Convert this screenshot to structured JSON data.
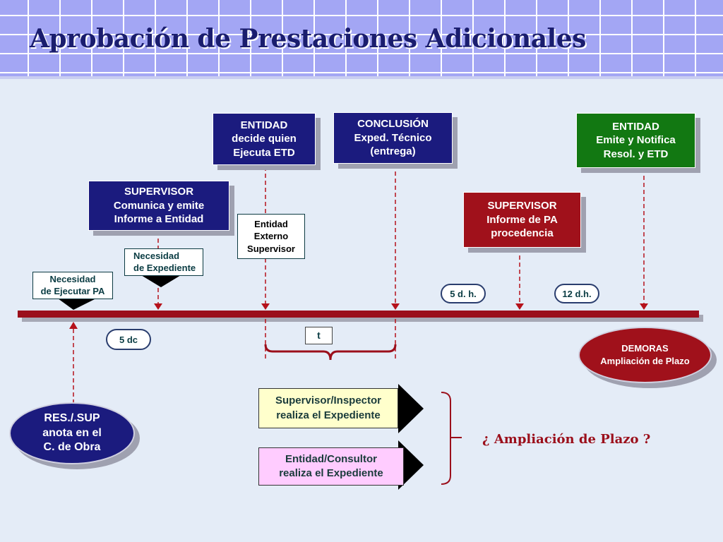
{
  "title": "Aprobación de Prestaciones Adicionales",
  "boxes": {
    "entidad_decide": "ENTIDAD\ndecide quien\nEjecuta ETD",
    "conclusion": "CONCLUSIÓN\nExped. Técnico\n(entrega)",
    "entidad_emite": "ENTIDAD\nEmite y Notifica\nResol. y ETD",
    "supervisor_comunica": "SUPERVISOR\nComunica y emite\nInforme a  Entidad",
    "supervisor_informe": "SUPERVISOR\nInforme de PA\nprocedencia",
    "entidad_externo": "Entidad\nExterno\nSupervisor",
    "necesidad_expediente": "Necesidad\nde Expediente",
    "necesidad_ejecutar": "Necesidad\nde Ejecutar PA",
    "t_label": "t"
  },
  "pills": {
    "p5dh": "5 d. h.",
    "p12dh": "12 d.h.",
    "p5dc": "5 dc"
  },
  "ovals": {
    "res_sup": "RES./.SUP\nanota en el\nC. de Obra",
    "demoras": "DEMORAS\nAmpliación de Plazo"
  },
  "arrows": {
    "supervisor_inspector": "Supervisor/Inspector\nrealiza el Expediente",
    "entidad_consultor": "Entidad/Consultor\nrealiza el Expediente"
  },
  "question": "¿ Ampliación de Plazo ?",
  "colors": {
    "navy": "#1b1b7e",
    "dark_red": "#a0111b",
    "green": "#127812",
    "header": "#a3a6f4",
    "background": "#e4ecf7"
  }
}
